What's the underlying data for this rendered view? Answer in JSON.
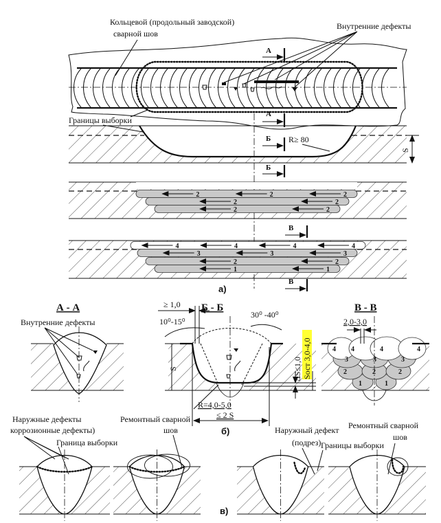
{
  "top_view": {
    "seam_label_line1": "Кольцевой (продольный заводской)",
    "seam_label_line2": "сварной шов",
    "internal_defects": "Внутренние дефекты",
    "section_a": "А",
    "section_b": "Б",
    "section_v": "В",
    "sample_boundary": "Границы выборки",
    "radius": "R≥ 80",
    "thickness": "S",
    "caption": "а)"
  },
  "passes": {
    "stage1": [
      "2",
      "2",
      "2",
      "2",
      "2",
      "2",
      "2"
    ],
    "stage2_row4": [
      "4",
      "4",
      "4",
      "4"
    ],
    "stage2_row3": [
      "3",
      "3",
      "3"
    ],
    "stage2_row2": [
      "2",
      "2"
    ],
    "stage2_row1": [
      "1",
      "1"
    ]
  },
  "section_aa": {
    "title": "А - А",
    "internal_defects": "Внутренние дефекты"
  },
  "section_bb": {
    "title": "Б - Б",
    "gap": "≥ 1,0",
    "angle_left": "10⁰-15⁰",
    "angle_right": "30⁰ -40⁰",
    "thickness": "S",
    "delta_s": "ΔS≤1,0",
    "s_rest": "Sост 3,0-4,0",
    "radius": "R=4,0-5,0",
    "width": "≤ 2 S",
    "caption": "б)",
    "highlight_color": "#ffff33"
  },
  "section_vv": {
    "title": "В - В",
    "overlap": "2,0-3,0",
    "beads": [
      "4",
      "4",
      "4",
      "4",
      "3",
      "3",
      "3",
      "2",
      "2",
      "2",
      "1",
      "1"
    ]
  },
  "bottom": {
    "external_defects_line1": "Наружные дефекты",
    "external_defects_line2": "коррозионные дефекты)",
    "boundary_single": "Граница выборки",
    "repair_weld_line1": "Ремонтный сварной",
    "repair_weld_line2": "шов",
    "external_defect_line1": "Наружный дефект",
    "external_defect_line2": "(подрез)",
    "boundaries": "Границы выборки",
    "repair_weld2_line1": "Ремонтный сварной",
    "repair_weld2_line2": "шов",
    "caption": "в)"
  }
}
